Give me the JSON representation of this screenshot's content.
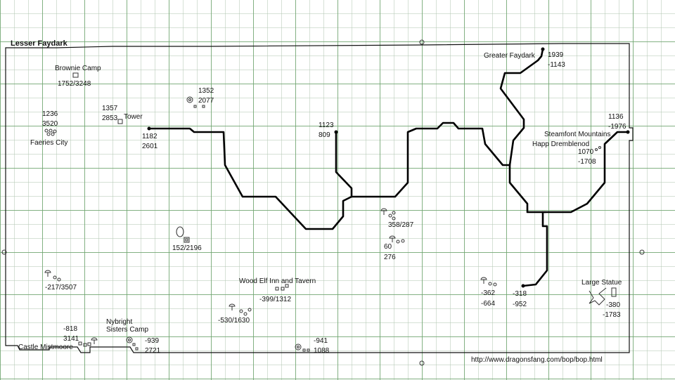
{
  "map": {
    "title": "Lesser Faydark",
    "zones": {
      "greater_faydark": "Greater Faydark",
      "steamfont": "Steamfont Mountains",
      "castle_mistmoore": "Castle Mistmoore"
    },
    "places": {
      "brownie_camp": "Brownie Camp",
      "tower": "Tower",
      "faeries_city": "Faeries City",
      "wood_elf_inn": "Wood Elf Inn and Tavern",
      "nybright_line1": "Nybright",
      "nybright_line2": "Sisters Camp",
      "happ": "Happ Dremblenod",
      "large_statue": "Large Statue"
    },
    "coords": {
      "brownie": "1752/3248",
      "tower_x": "1357",
      "tower_y": "2853",
      "faeries_x": "1236",
      "faeries_y": "3520",
      "camp_x": "1352",
      "camp_y": "2077",
      "road_start_x": "1182",
      "road_start_y": "2601",
      "road_mid_x": "1123",
      "road_mid_y": "809",
      "greater_x": "1939",
      "greater_y": "-1143",
      "steamfont_x": "1136",
      "steamfont_y": "-1976",
      "happ_x": "1070",
      "happ_y": "-1708",
      "sw_camp": "358/287",
      "center_camp_x": "60",
      "center_camp_y": "276",
      "west_camp": "152/2196",
      "sw_point": "-217/3507",
      "inn": "-399/1312",
      "camp_530": "-530/1630",
      "mist_x": "-818",
      "mist_y": "3141",
      "nybright_x": "-939",
      "nybright_y": "2721",
      "south_x": "-941",
      "south_y": "1088",
      "east1_x": "-362",
      "east1_y": "-664",
      "east2_x": "-318",
      "east2_y": "-952",
      "statue_x": "-380",
      "statue_y": "-1783"
    },
    "url": "http://www.dragonsfang.com/bop/bop.html",
    "colors": {
      "road": "#000000",
      "grid_major": "#6ea56e",
      "grid_minor": "#b4c8b4"
    }
  }
}
